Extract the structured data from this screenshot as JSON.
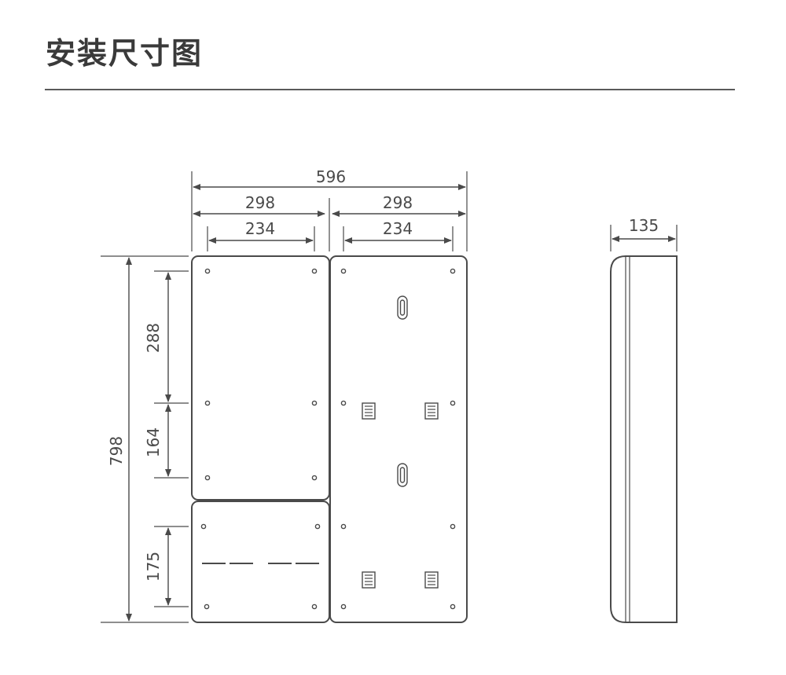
{
  "page": {
    "title": "安装尺寸图"
  },
  "diagram": {
    "dimensions": {
      "total_width": "596",
      "left_panel_width": "298",
      "right_panel_width": "298",
      "left_hole_spacing": "234",
      "right_hole_spacing": "234",
      "total_height": "798",
      "upper_hole_spacing": "288",
      "middle_hole_spacing": "164",
      "lower_hole_spacing": "175",
      "depth": "135"
    },
    "colors": {
      "line": "#4a4a4a",
      "title": "#3a3a3a",
      "background": "#ffffff"
    }
  }
}
